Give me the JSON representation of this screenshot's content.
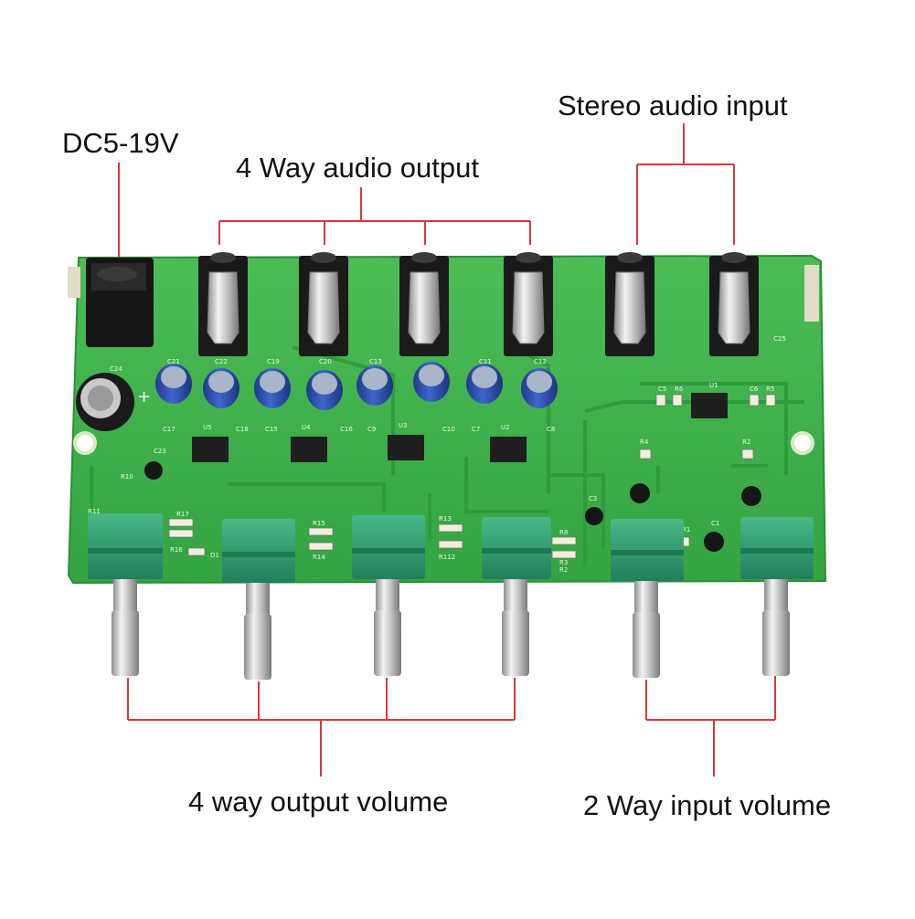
{
  "callouts": {
    "dc_input": "DC5-19V",
    "audio_output": "4 Way audio output",
    "stereo_input": "Stereo audio input",
    "output_volume": "4 way output volume",
    "input_volume": "2 Way input volume"
  },
  "silkscreen": {
    "caps_large": [
      "C21",
      "C22",
      "C19",
      "C20",
      "C13",
      "C11",
      "C12"
    ],
    "c24": "C24",
    "chips": [
      "U5",
      "U4",
      "U3",
      "U2",
      "U1"
    ],
    "small": [
      "C17",
      "C18",
      "C15",
      "C16",
      "C9",
      "C10",
      "C7",
      "C8",
      "C5",
      "R6",
      "C6",
      "R5",
      "C25",
      "R4",
      "R2",
      "C3",
      "R1",
      "C1",
      "C23",
      "R10",
      "R11",
      "R17",
      "R16",
      "D1",
      "R15",
      "R14",
      "R13",
      "R112",
      "R8",
      "R3",
      "R2"
    ]
  },
  "colors": {
    "callout_line": "#d63a3a",
    "pcb_green": "#3fb04a",
    "pcb_dark_trace": "#2e9a3c",
    "pot_green": "#2d9a6f",
    "cap_blue": "#2c4da8"
  }
}
